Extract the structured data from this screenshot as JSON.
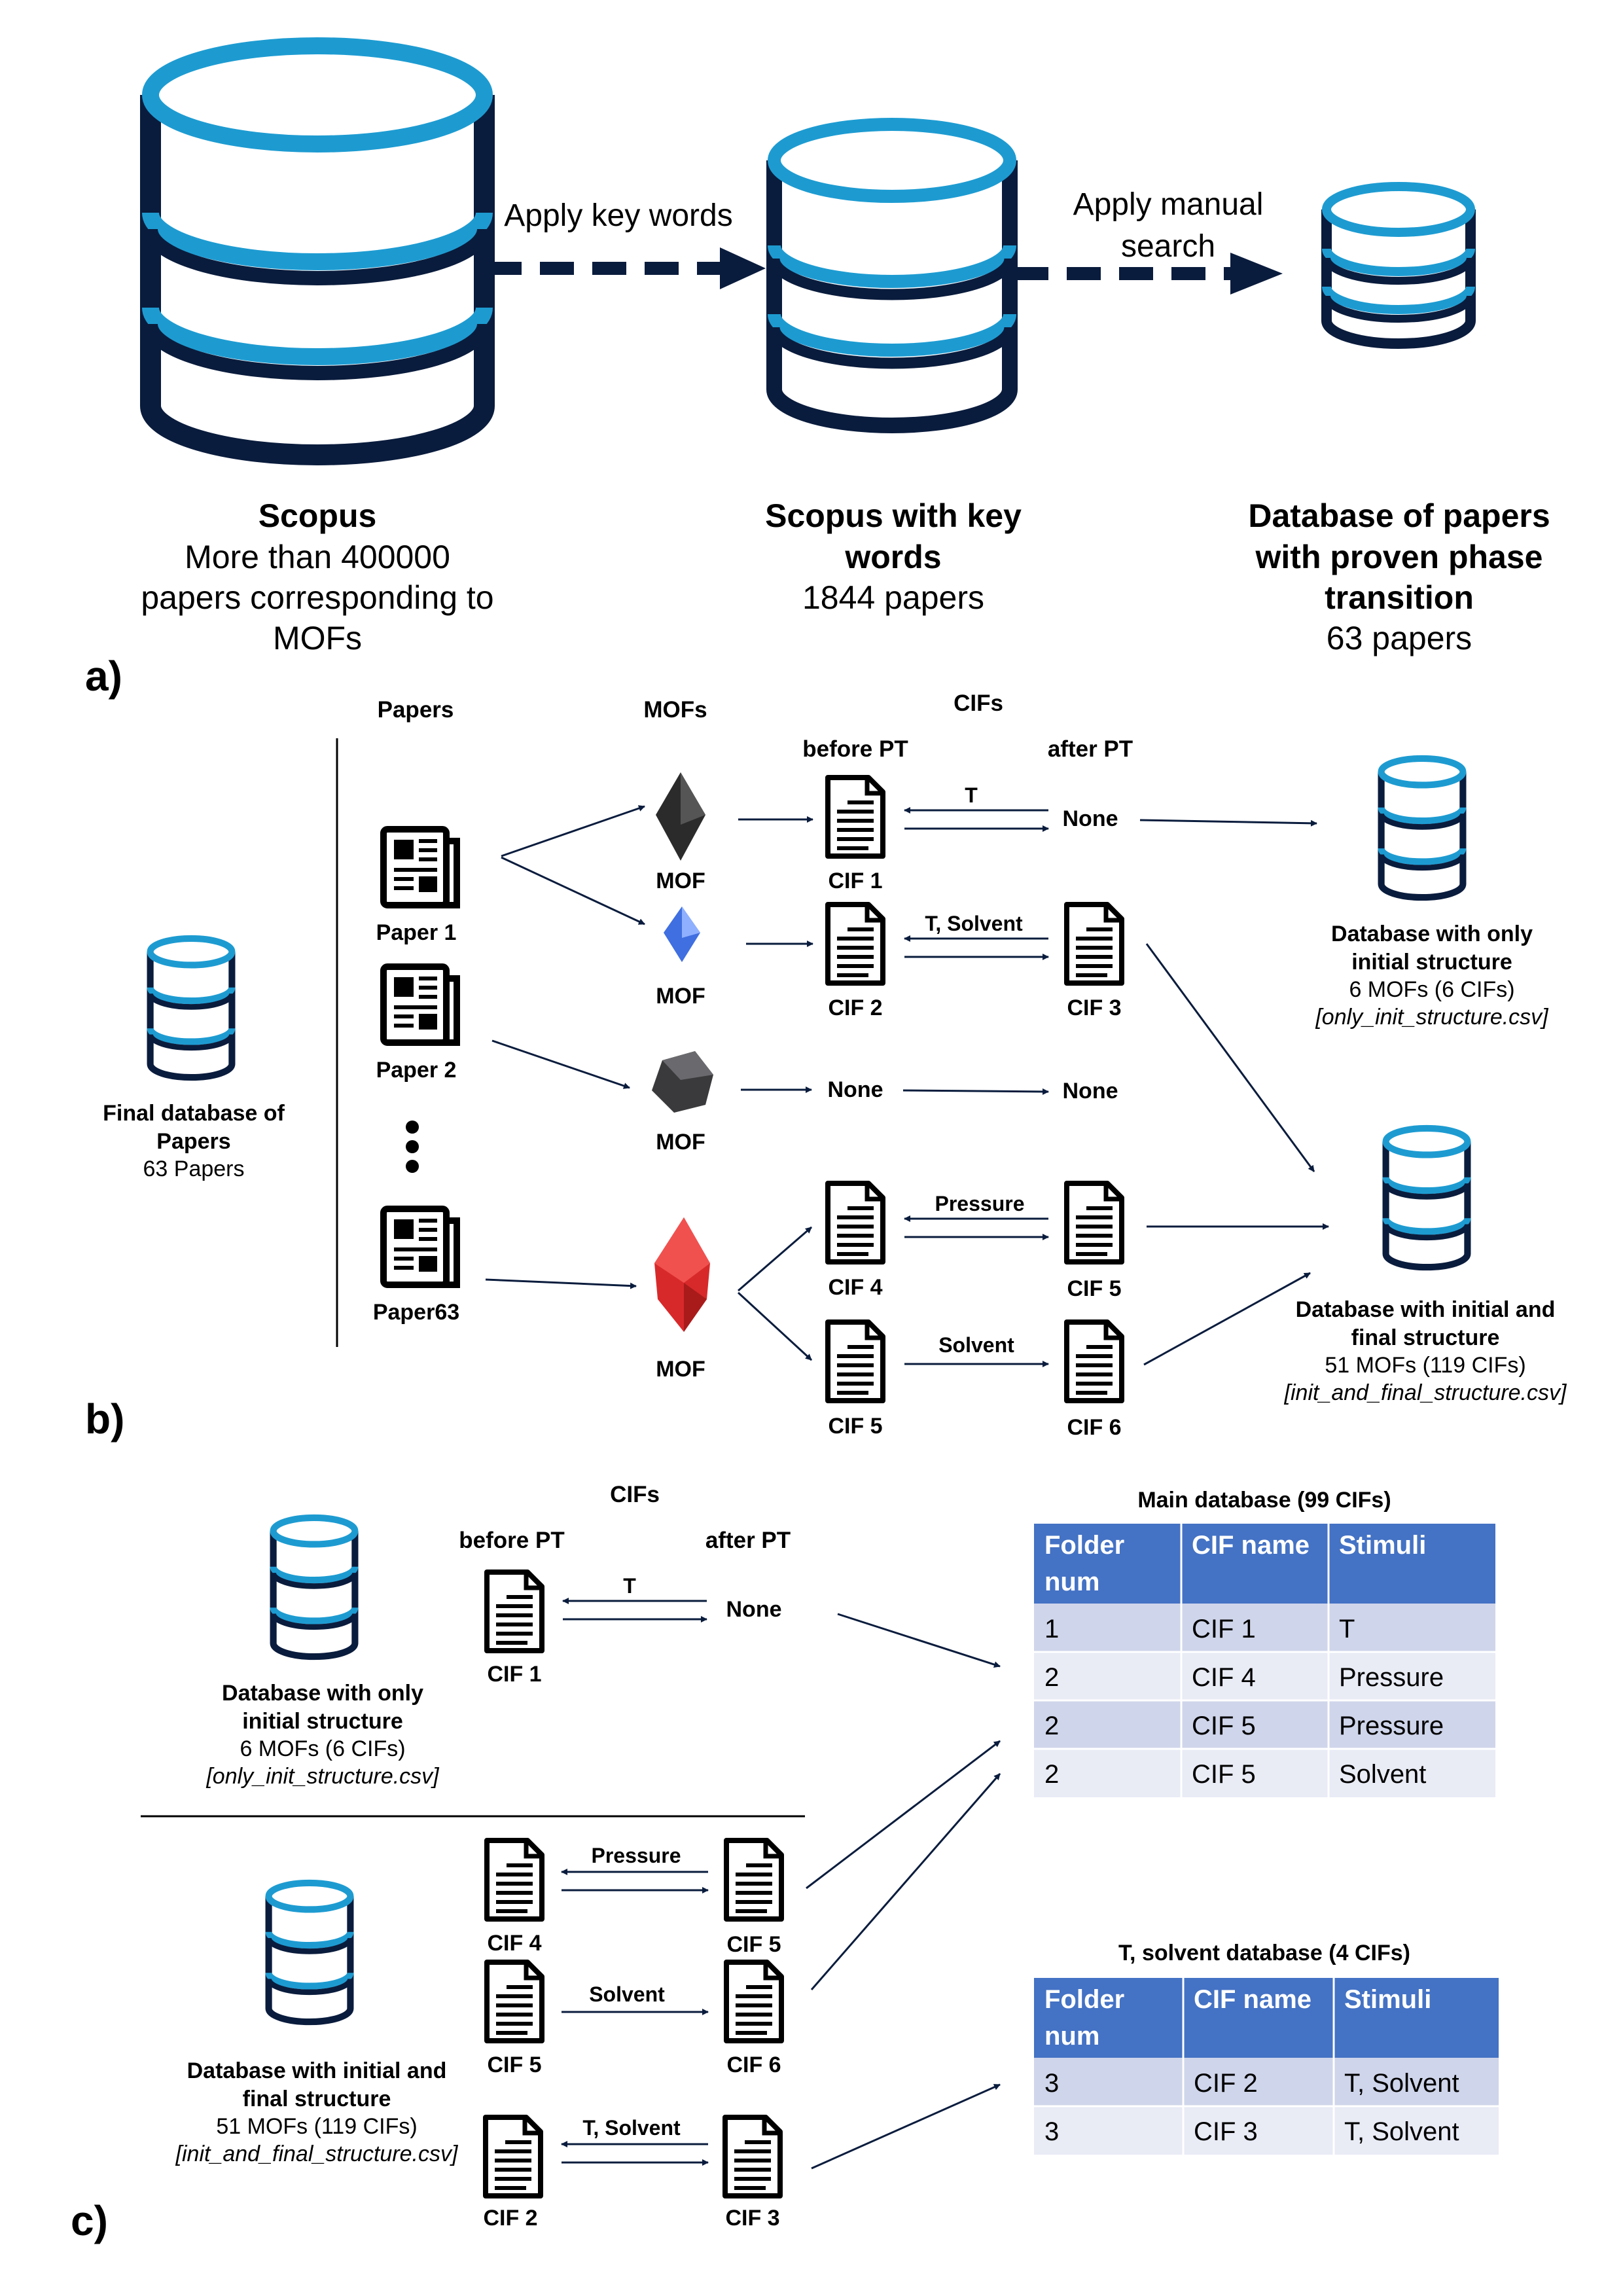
{
  "colors": {
    "navy": "#0a1c3d",
    "cyan": "#1d9bd1",
    "table_header": "#4472c4",
    "table_row_odd": "#cfd5ea",
    "table_row_even": "#e9ebf5",
    "mof1": "#2b2b2b",
    "mof2": "#3f6fe0",
    "mof3": "#3a3a3c",
    "mof4": "#d8292a"
  },
  "icons": [
    "database-icon",
    "document-icon",
    "newspaper-icon",
    "arrow-icon",
    "crystal-icon"
  ],
  "panel_a": {
    "label": "a)",
    "arrow1_label": "Apply key words",
    "arrow2_label_line1": "Apply manual",
    "arrow2_label_line2": "search",
    "db1": {
      "title": "Scopus",
      "line1": "More than 400000",
      "line2": "papers corresponding to",
      "line3": "MOFs"
    },
    "db2": {
      "title_line1": "Scopus with key",
      "title_line2": "words",
      "line1": "1844 papers"
    },
    "db3": {
      "title_line1": "Database of papers",
      "title_line2": "with proven phase",
      "title_line3": "transition",
      "line1": "63 papers"
    }
  },
  "panel_b": {
    "label": "b)",
    "col_papers": "Papers",
    "col_mofs": "MOFs",
    "col_cifs": "CIFs",
    "col_before": "before PT",
    "col_after": "after PT",
    "final_db": {
      "line1": "Final database of",
      "line2": "Papers",
      "line3": "63 Papers"
    },
    "paper1": "Paper 1",
    "paper2": "Paper 2",
    "paper63": "Paper63",
    "mof_label": "MOF",
    "cif1": "CIF 1",
    "cif2": "CIF 2",
    "cif3": "CIF 3",
    "cif4": "CIF 4",
    "cif5": "CIF 5",
    "cif5b": "CIF 5",
    "cif6": "CIF 6",
    "none": "None",
    "stim_t": "T",
    "stim_t_solvent": "T, Solvent",
    "stim_pressure": "Pressure",
    "stim_solvent": "Solvent",
    "db_only_init": {
      "line1": "Database with only",
      "line2": "initial structure",
      "line3": "6 MOFs (6 CIFs)",
      "line4": "[only_init_structure.csv]"
    },
    "db_init_final": {
      "line1": "Database with initial and",
      "line2": "final structure",
      "line3": "51 MOFs (119 CIFs)",
      "line4": "[init_and_final_structure.csv]"
    }
  },
  "panel_c": {
    "label": "c)",
    "col_cifs": "CIFs",
    "col_before": "before PT",
    "col_after": "after PT",
    "cif1": "CIF 1",
    "none": "None",
    "stim_t": "T",
    "cif4": "CIF 4",
    "cif5a": "CIF 5",
    "stim_pressure": "Pressure",
    "cif5b": "CIF 5",
    "cif6": "CIF 6",
    "stim_solvent": "Solvent",
    "cif2": "CIF 2",
    "cif3": "CIF 3",
    "stim_t_solvent": "T, Solvent",
    "db_only_init": {
      "line1": "Database with only",
      "line2": "initial structure",
      "line3": "6 MOFs (6 CIFs)",
      "line4": "[only_init_structure.csv]"
    },
    "db_init_final": {
      "line1": "Database with initial and",
      "line2": "final structure",
      "line3": "51 MOFs (119 CIFs)",
      "line4": "[init_and_final_structure.csv]"
    },
    "main_table": {
      "title": "Main database (99 CIFs)",
      "headers": [
        "Folder num",
        "CIF name",
        "Stimuli"
      ],
      "header0_line1": "Folder",
      "header0_line2": "num",
      "rows": [
        [
          "1",
          "CIF 1",
          "T"
        ],
        [
          "2",
          "CIF 4",
          "Pressure"
        ],
        [
          "2",
          "CIF 5",
          "Pressure"
        ],
        [
          "2",
          "CIF 5",
          "Solvent"
        ]
      ]
    },
    "solvent_table": {
      "title": "T, solvent database (4 CIFs)",
      "headers": [
        "Folder num",
        "CIF name",
        "Stimuli"
      ],
      "header0_line1": "Folder",
      "header0_line2": "num",
      "rows": [
        [
          "3",
          "CIF 2",
          "T, Solvent"
        ],
        [
          "3",
          "CIF 3",
          "T, Solvent"
        ]
      ]
    }
  }
}
